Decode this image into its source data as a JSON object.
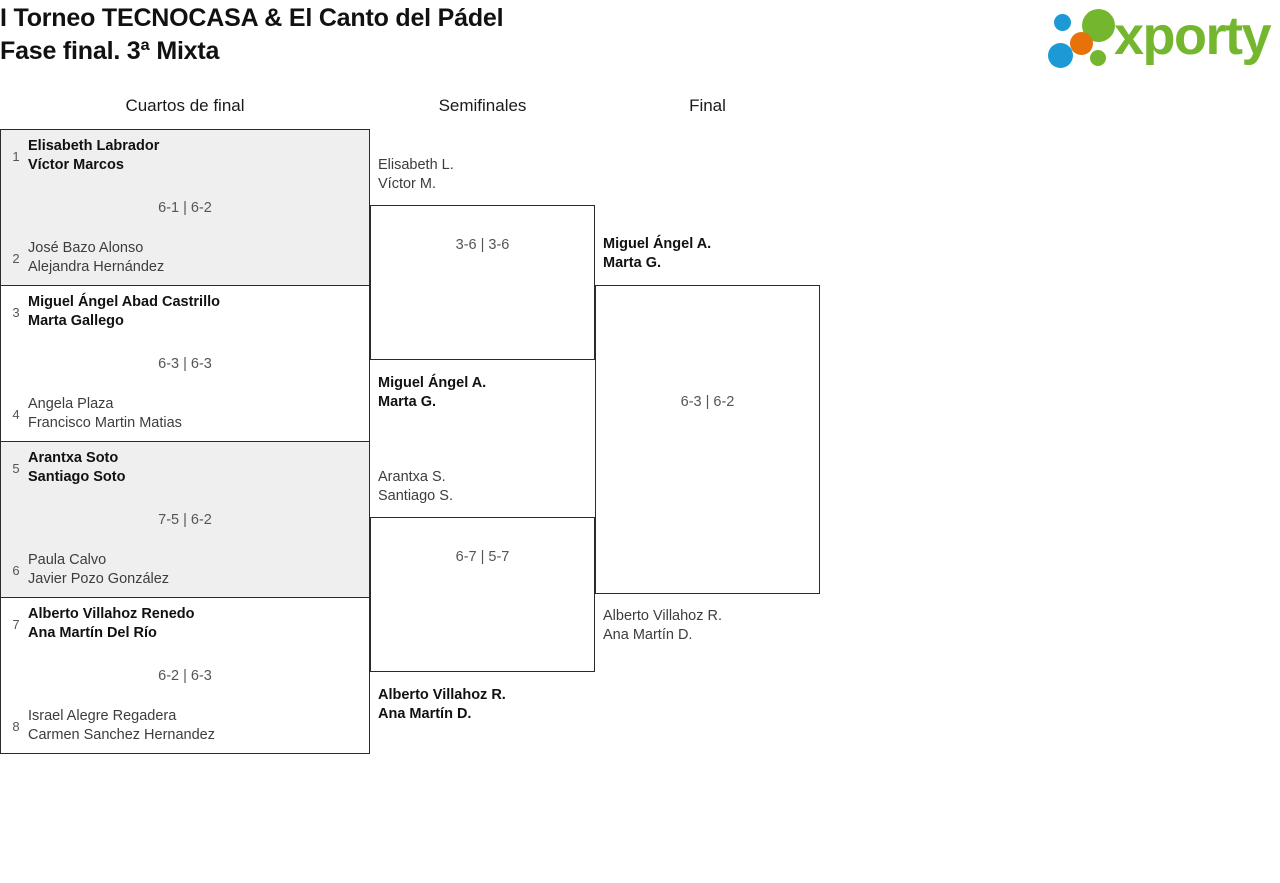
{
  "header": {
    "title_line1": "I Torneo TECNOCASA & El Canto del Pádel",
    "title_line2": "Fase final. 3ª Mixta",
    "logo_text": "xporty",
    "logo_colors": {
      "green": "#74b72e",
      "blue": "#1b9ad6",
      "orange": "#e8710a"
    }
  },
  "bracket": {
    "rounds": [
      {
        "label": "Cuartos de final"
      },
      {
        "label": "Semifinales"
      },
      {
        "label": "Final"
      }
    ],
    "quarterfinals": [
      {
        "score": "6-1 | 6-2",
        "top": {
          "seed": "1",
          "player1": "Elisabeth Labrador",
          "player2": "Víctor Marcos",
          "winner": true
        },
        "bottom": {
          "seed": "2",
          "player1": "José Bazo Alonso",
          "player2": "Alejandra Hernández",
          "winner": false
        }
      },
      {
        "score": "6-3 | 6-3",
        "top": {
          "seed": "3",
          "player1": "Miguel Ángel Abad Castrillo",
          "player2": "Marta Gallego",
          "winner": true
        },
        "bottom": {
          "seed": "4",
          "player1": "Angela Plaza",
          "player2": "Francisco Martin Matias",
          "winner": false
        }
      },
      {
        "score": "7-5 | 6-2",
        "top": {
          "seed": "5",
          "player1": "Arantxa Soto",
          "player2": "Santiago Soto",
          "winner": true
        },
        "bottom": {
          "seed": "6",
          "player1": "Paula Calvo",
          "player2": "Javier Pozo González",
          "winner": false
        }
      },
      {
        "score": "6-2 | 6-3",
        "top": {
          "seed": "7",
          "player1": "Alberto Villahoz Renedo",
          "player2": "Ana Martín Del Río",
          "winner": true
        },
        "bottom": {
          "seed": "8",
          "player1": "Israel Alegre Regadera",
          "player2": "Carmen Sanchez Hernandez",
          "winner": false
        }
      }
    ],
    "semifinals": [
      {
        "score": "3-6 | 3-6",
        "top": {
          "player1": "Elisabeth L.",
          "player2": "Víctor M.",
          "winner": false
        },
        "bottom": {
          "player1": "Miguel Ángel A.",
          "player2": "Marta G.",
          "winner": true
        }
      },
      {
        "score": "6-7 | 5-7",
        "top": {
          "player1": "Arantxa S.",
          "player2": "Santiago S.",
          "winner": false
        },
        "bottom": {
          "player1": "Alberto Villahoz R.",
          "player2": "Ana Martín D.",
          "winner": true
        }
      }
    ],
    "final": [
      {
        "score": "6-3 | 6-2",
        "top": {
          "player1": "Miguel Ángel A.",
          "player2": "Marta G.",
          "winner": true
        },
        "bottom": {
          "player1": "Alberto Villahoz R.",
          "player2": "Ana Martín D.",
          "winner": false
        }
      }
    ]
  }
}
